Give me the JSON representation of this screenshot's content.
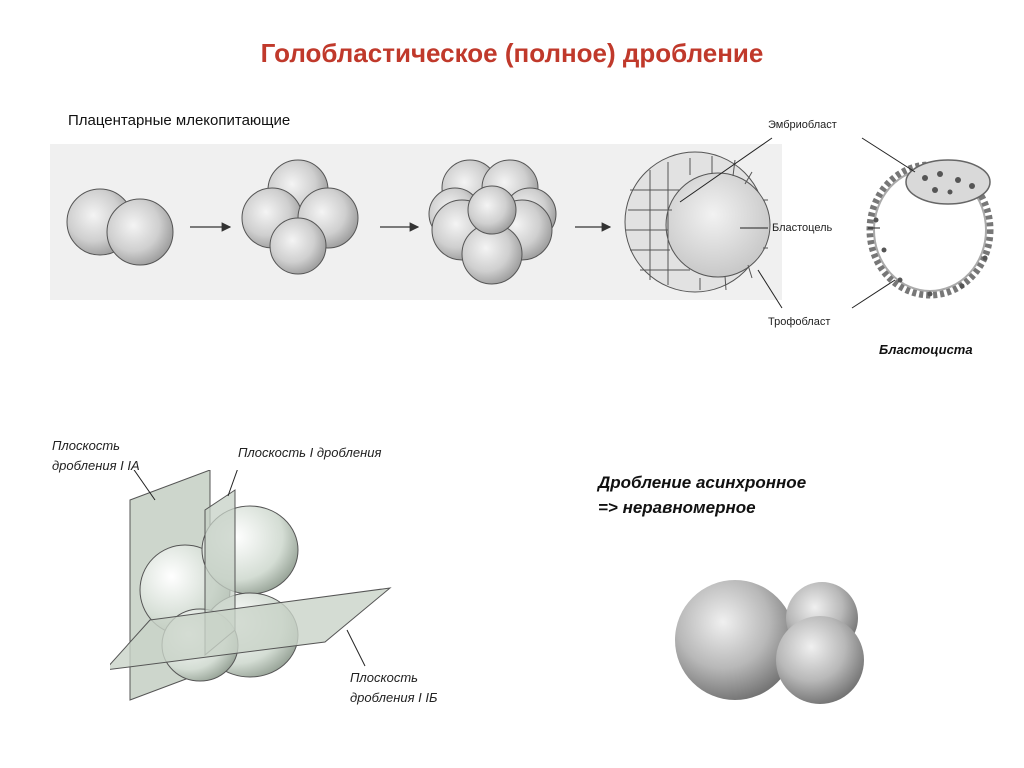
{
  "title": "Голобластическое (полное) дробление",
  "subtitle": "Плацентарные млекопитающие",
  "blastocyst_labels": {
    "embryoblast": "Эмбриобласт",
    "blastocoel": "Бластоцель",
    "trophoblast": "Трофобласт",
    "blastocyst": "Бластоциста"
  },
  "planes": {
    "plane_ia_line1": "Плоскость",
    "plane_ia_line2": "дробления I IA",
    "plane_i": "Плоскость I дробления",
    "plane_ib_line1": "Плоскость",
    "plane_ib_line2": "дробления I IБ"
  },
  "async_note": {
    "line1": "Дробление асинхронное",
    "line2": "=> неравномерное"
  },
  "colors": {
    "title": "#c0392b",
    "panel_bg": "#f0f0f0"
  }
}
